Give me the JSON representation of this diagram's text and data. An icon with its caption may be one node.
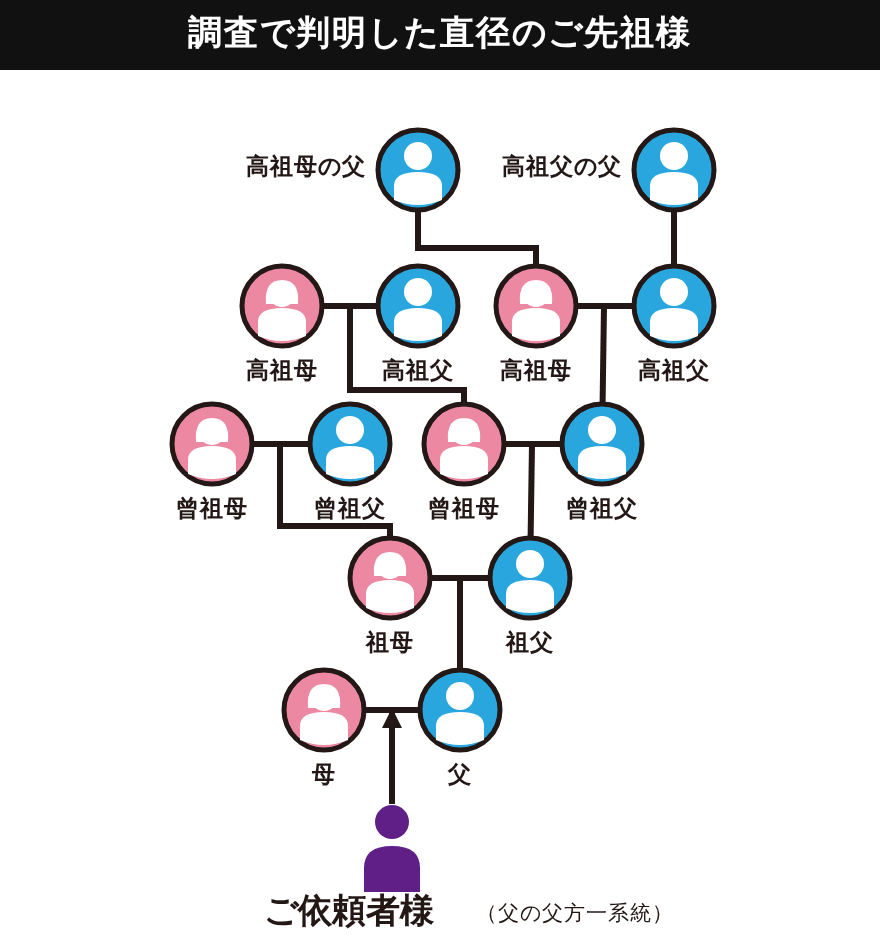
{
  "diagram": {
    "title": "調査で判明した直径のご先祖様",
    "nodes": [
      {
        "text": [
          "高祖母の父"
        ]
      },
      {
        "text": [
          "高祖父の父"
        ]
      },
      {
        "text": [
          "高祖母"
        ]
      },
      {
        "text": [
          "高祖父"
        ]
      },
      {
        "text": [
          "高祖母"
        ]
      },
      {
        "text": [
          "高祖父"
        ]
      },
      {
        "text": [
          "曾祖母"
        ]
      },
      {
        "text": [
          "曾祖父"
        ]
      },
      {
        "text": [
          "曾祖母"
        ]
      },
      {
        "text": [
          "曾祖父"
        ]
      },
      {
        "text": [
          "祖母"
        ]
      },
      {
        "text": [
          "祖父"
        ]
      },
      {
        "text": [
          "母"
        ]
      },
      {
        "text": [
          "父"
        ]
      },
      {
        "text": [
          "ご依頼者様",
          "（父の父方一系統）"
        ]
      }
    ],
    "edges": [
      {
        "from": 0,
        "to": 4,
        "arrow": "none"
      },
      {
        "from": 1,
        "to": 5,
        "arrow": "none"
      },
      {
        "from": 2,
        "to": 3,
        "arrow": "none"
      },
      {
        "from": 2,
        "to": 8,
        "arrow": "none"
      },
      {
        "from": 3,
        "to": 8,
        "arrow": "none"
      },
      {
        "from": 4,
        "to": 5,
        "arrow": "none"
      },
      {
        "from": 4,
        "to": 9,
        "arrow": "none"
      },
      {
        "from": 5,
        "to": 9,
        "arrow": "none"
      },
      {
        "from": 6,
        "to": 7,
        "arrow": "none"
      },
      {
        "from": 6,
        "to": 10,
        "arrow": "none"
      },
      {
        "from": 7,
        "to": 10,
        "arrow": "none"
      },
      {
        "from": 8,
        "to": 9,
        "arrow": "none"
      },
      {
        "from": 8,
        "to": 11,
        "arrow": "none"
      },
      {
        "from": 9,
        "to": 11,
        "arrow": "none"
      },
      {
        "from": 10,
        "to": 11,
        "arrow": "none"
      },
      {
        "from": 10,
        "to": 13,
        "arrow": "none"
      },
      {
        "from": 11,
        "to": 13,
        "arrow": "none"
      },
      {
        "from": 12,
        "to": 13,
        "arrow": "none"
      },
      {
        "from": 14,
        "to": 12,
        "arrow": "to"
      },
      {
        "from": 14,
        "to": 13,
        "arrow": "to"
      }
    ]
  }
}
